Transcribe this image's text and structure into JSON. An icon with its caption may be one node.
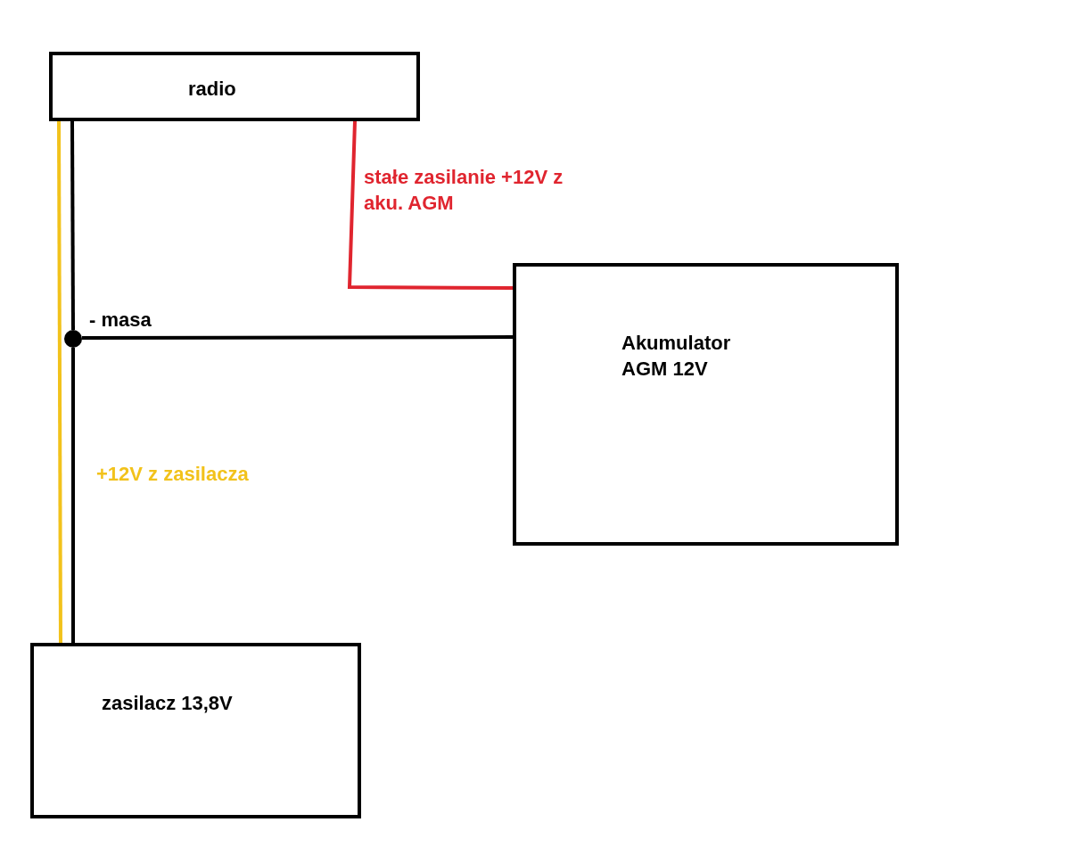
{
  "diagram": {
    "nodes": [
      {
        "text": [
          "radio"
        ]
      },
      {
        "text": [
          "Akumulator AGM 12V"
        ]
      },
      {
        "text": [
          "zasilacz 13,8V"
        ]
      },
      {
        "text": [],
        "shape": "circle"
      }
    ],
    "edges": [
      {
        "from": 0,
        "to": 2,
        "arrow": "none",
        "label": "+12V z zasilacza",
        "color": "#f2c21b"
      },
      {
        "from": 0,
        "to": 3,
        "arrow": "none"
      },
      {
        "from": 3,
        "to": 2,
        "arrow": "none"
      },
      {
        "from": 3,
        "to": 1,
        "arrow": "none",
        "label": "- masa"
      },
      {
        "from": 0,
        "to": 1,
        "arrow": "none",
        "label": "stałe zasilanie +12V z aku. AGM",
        "color": "#e0252f"
      }
    ]
  }
}
